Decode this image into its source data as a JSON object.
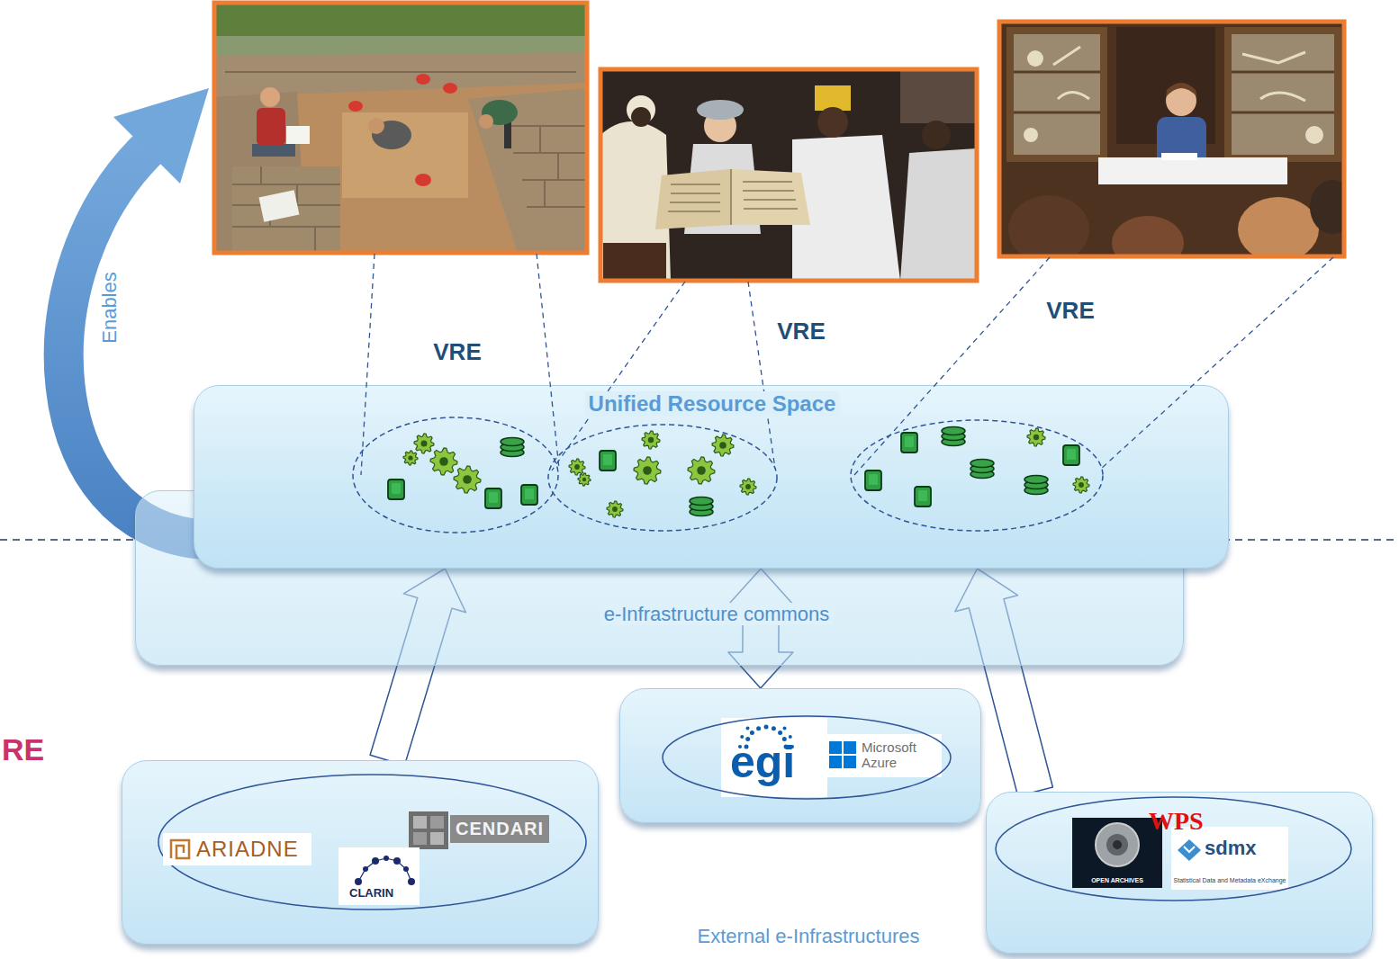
{
  "diagram": {
    "nodes": [
      {
        "text": [
          "Unified Resource Space"
        ]
      },
      {
        "text": [
          "VRE"
        ],
        "in": 0
      },
      {
        "text": [
          "VRE"
        ],
        "in": 0
      },
      {
        "text": [
          "VRE"
        ],
        "in": 0
      },
      {
        "text": [
          "e-Infrastructure commons"
        ]
      },
      {
        "text": [
          "ARIADNE",
          "CENDARI",
          "CLARIN"
        ]
      },
      {
        "text": [
          "egi",
          "Microsoft Azure"
        ]
      },
      {
        "text": [
          "WPS",
          "OPEN ARCHIVES",
          "sdmx",
          "Statistical Data and Metadata eXchange"
        ]
      }
    ],
    "edges": [
      {
        "from": 5,
        "to": 0,
        "arrow": "to"
      },
      {
        "from": 6,
        "to": 0,
        "arrow": "both"
      },
      {
        "from": 7,
        "to": 0,
        "arrow": "to"
      }
    ],
    "labels": [
      "Enables",
      "External e-Infrastructures",
      "RE"
    ]
  }
}
